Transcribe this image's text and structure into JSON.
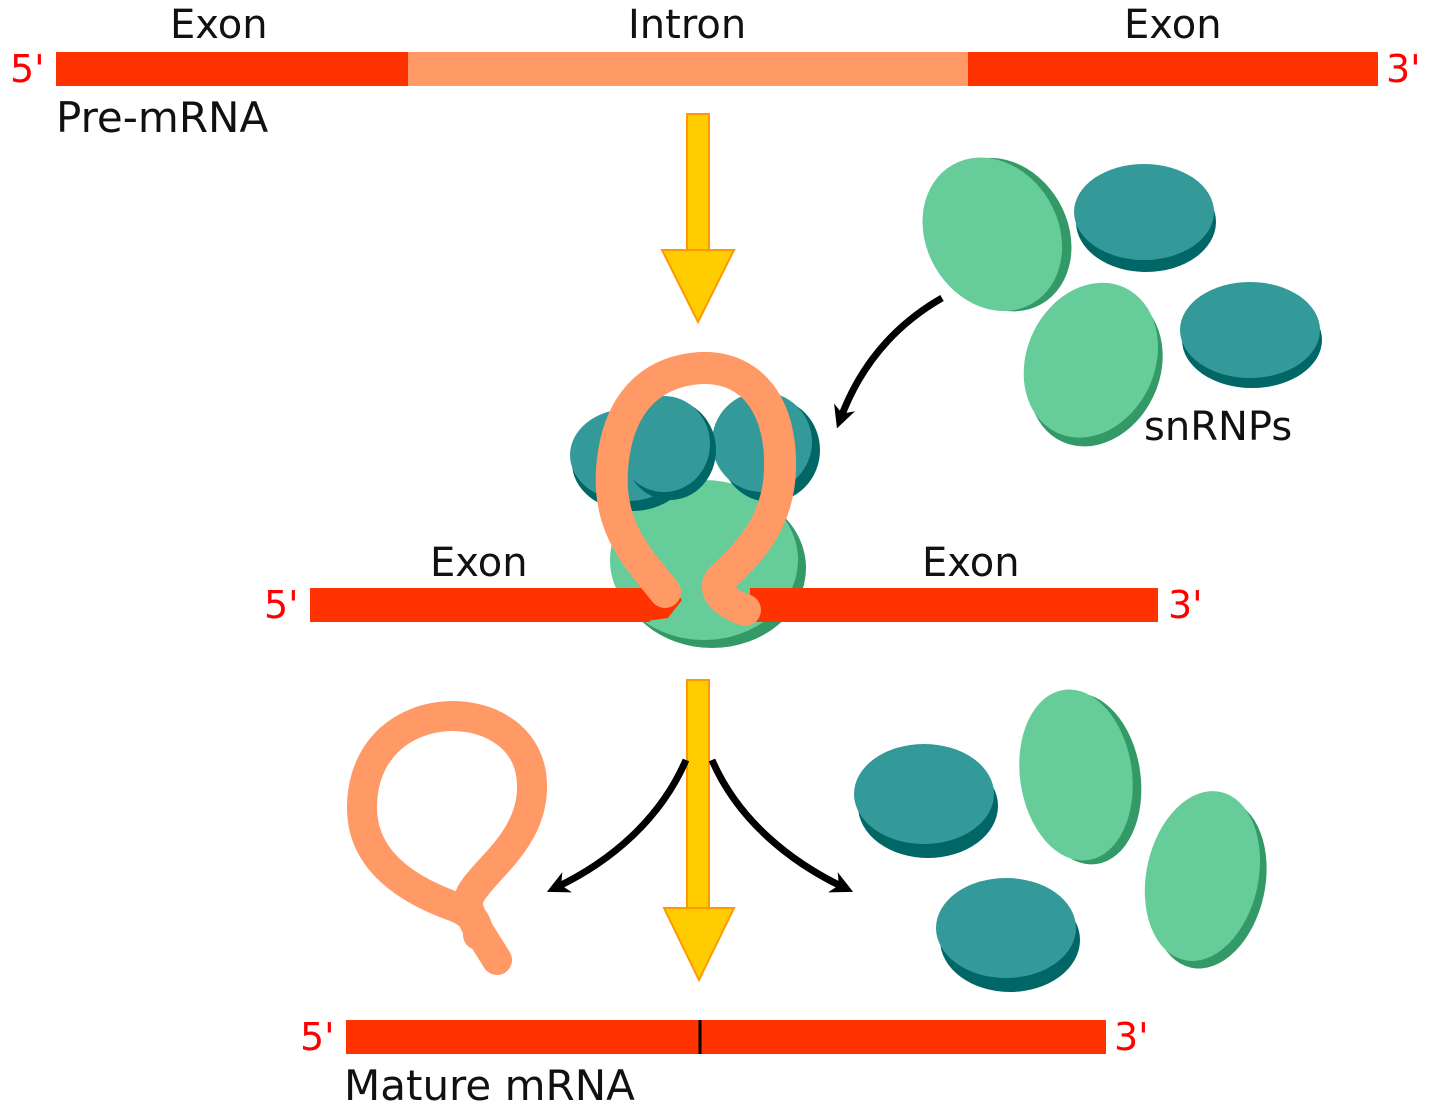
{
  "colors": {
    "exon": "#ff3300",
    "intron": "#ff9966",
    "end_label": "#ff0000",
    "arrow": "#ffcc00",
    "arrow_outline": "#ff9900",
    "snrnp_light": "#66cc99",
    "snrnp_light_shadow": "#339966",
    "snrnp_dark": "#339999",
    "snrnp_dark_shadow": "#006666",
    "pointer": "#000000"
  },
  "pre_mrna": {
    "label": "Pre-mRNA",
    "five_prime": "5'",
    "three_prime": "3'",
    "segments": [
      {
        "type": "exon",
        "label": "Exon"
      },
      {
        "type": "intron",
        "label": "Intron"
      },
      {
        "type": "exon",
        "label": "Exon"
      }
    ]
  },
  "snrnps": {
    "label": "snRNPs"
  },
  "spliceosome": {
    "five_prime": "5'",
    "three_prime": "3'",
    "left_exon_label": "Exon",
    "right_exon_label": "Exon"
  },
  "mature_mrna": {
    "label": "Mature mRNA",
    "five_prime": "5'",
    "three_prime": "3'"
  },
  "icons": [
    "down-arrow-icon",
    "curved-arrow-icon",
    "intron-lariat-icon",
    "snrnp-icon"
  ]
}
